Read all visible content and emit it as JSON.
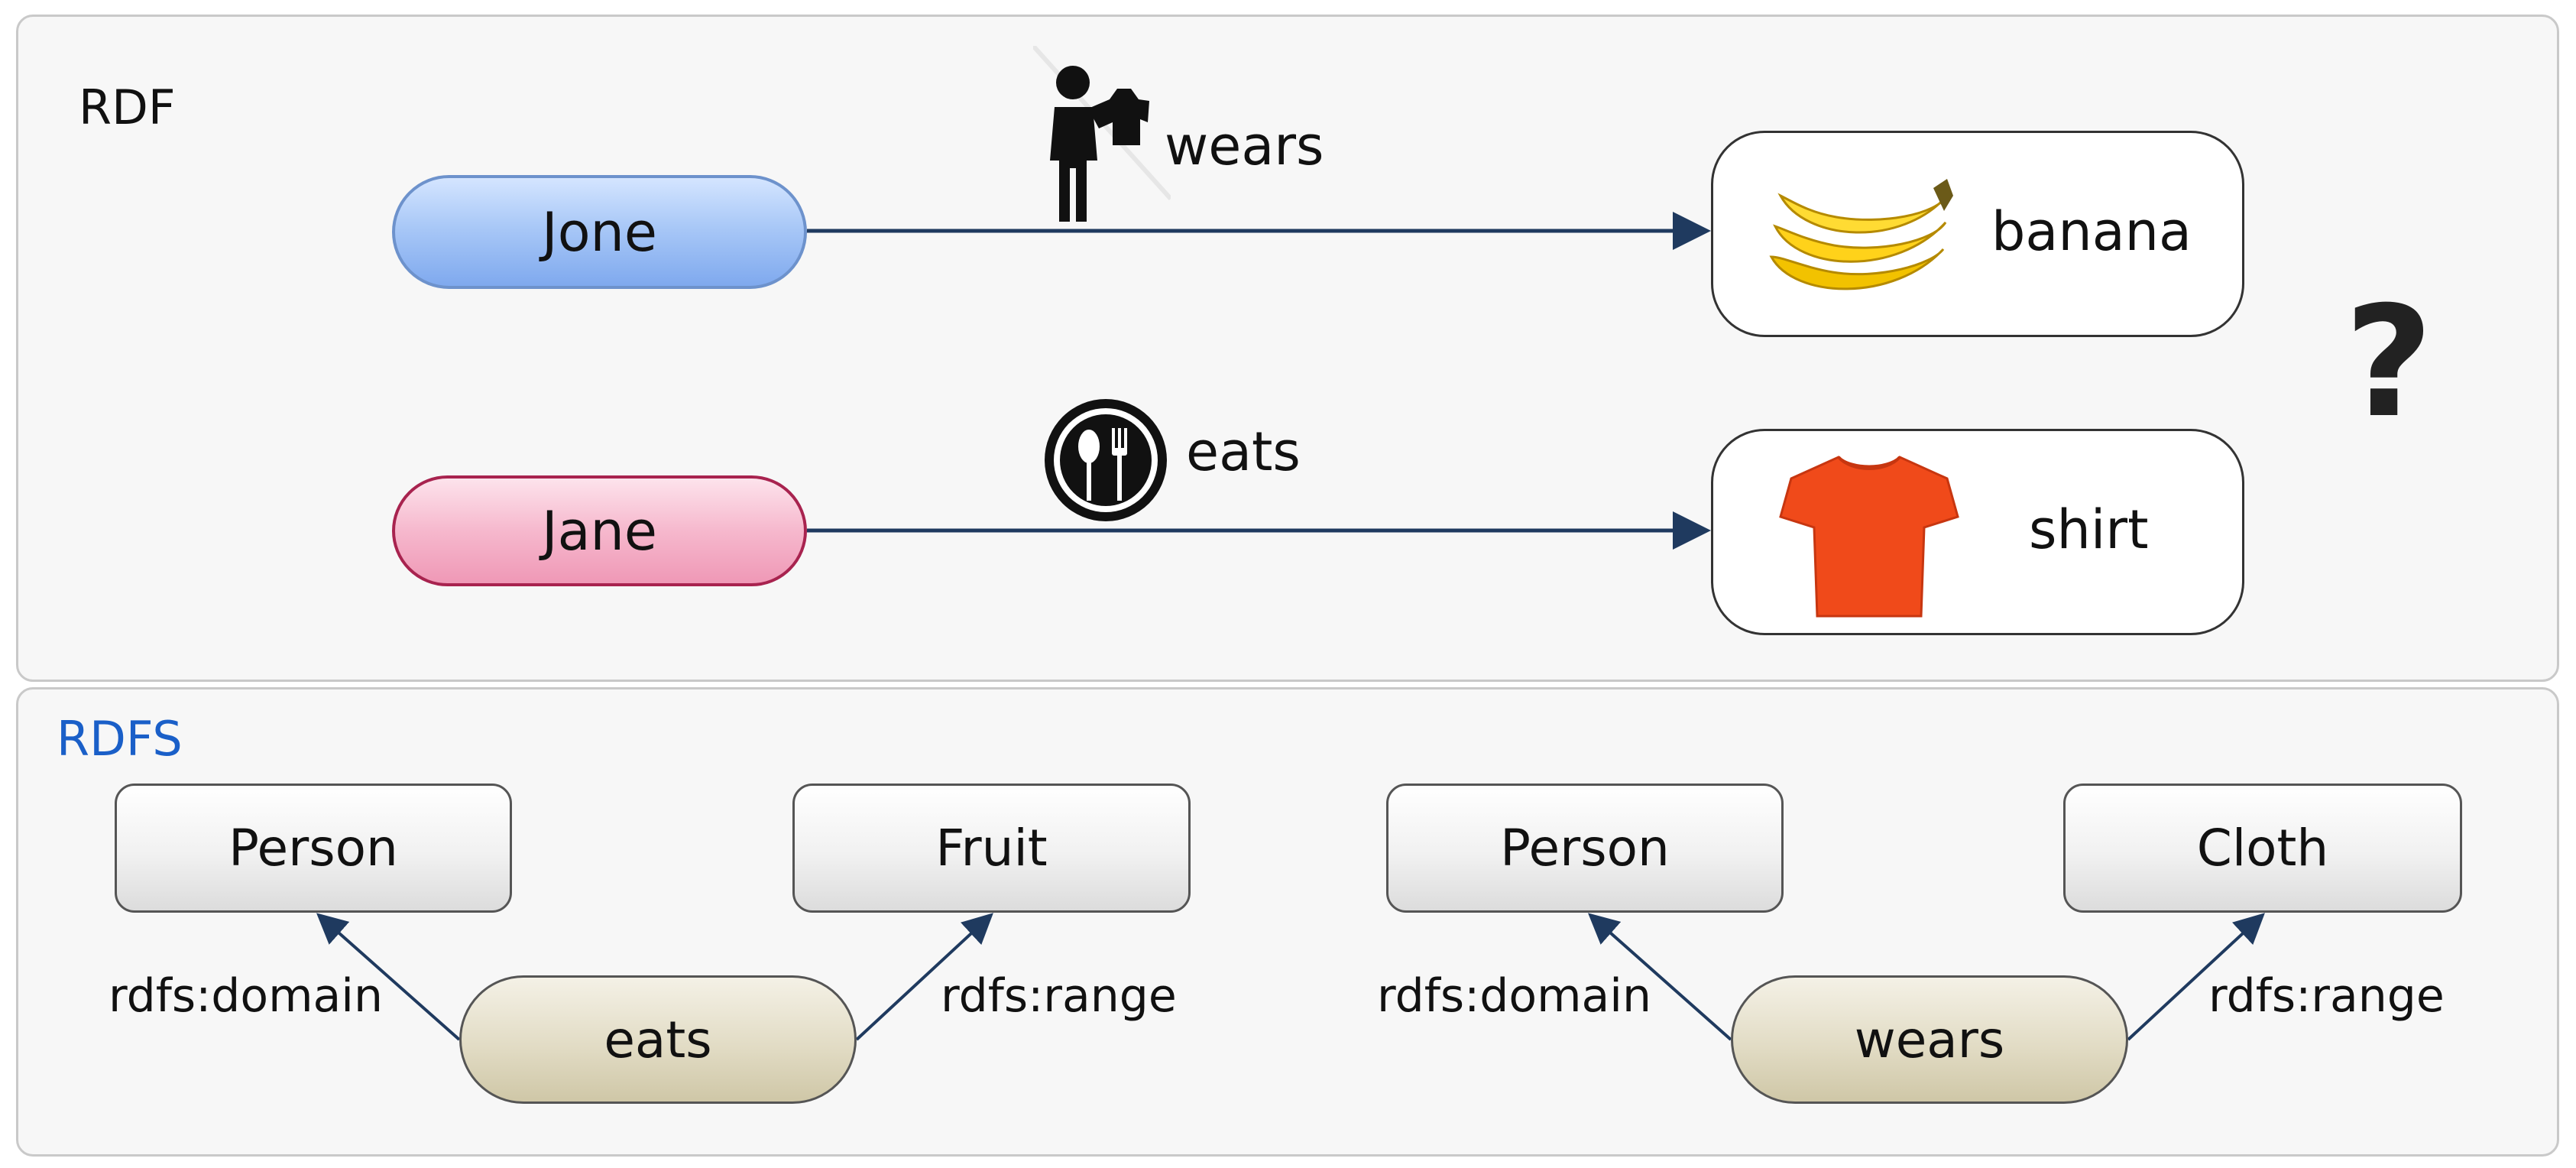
{
  "rdf": {
    "title": "RDF",
    "subjects": {
      "jone": "Jone",
      "jane": "Jane"
    },
    "predicates": {
      "wears": "wears",
      "eats": "eats"
    },
    "objects": {
      "banana": "banana",
      "shirt": "shirt"
    },
    "question": "?"
  },
  "rdfs": {
    "title": "RDFS",
    "left_group": {
      "domain_class": "Person",
      "range_class": "Fruit",
      "property": "eats",
      "domain_label": "rdfs:domain",
      "range_label": "rdfs:range"
    },
    "right_group": {
      "domain_class": "Person",
      "range_class": "Cloth",
      "property": "wears",
      "domain_label": "rdfs:domain",
      "range_label": "rdfs:range"
    }
  },
  "colors": {
    "rdfs_title": "#1a5fc8",
    "edge": "#1f3a5f",
    "jone_fill": "#a9c8f7",
    "jane_fill": "#f6b8cd",
    "property_fill": "#e2dcc5"
  },
  "icons": [
    "person-carrying-shirt-icon",
    "fork-spoon-icon",
    "banana-icon",
    "red-shirt-icon"
  ]
}
